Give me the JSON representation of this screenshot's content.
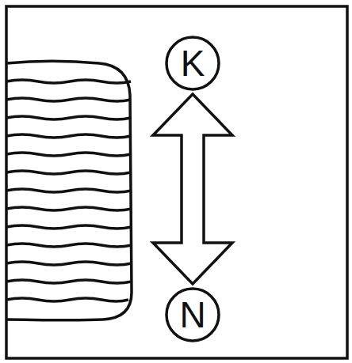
{
  "diagram": {
    "nodes": [
      {
        "text": [
          "K"
        ]
      },
      {
        "text": [
          "N"
        ]
      }
    ],
    "edges": [
      {
        "from": 0,
        "to": 1,
        "arrow": "both"
      }
    ]
  }
}
